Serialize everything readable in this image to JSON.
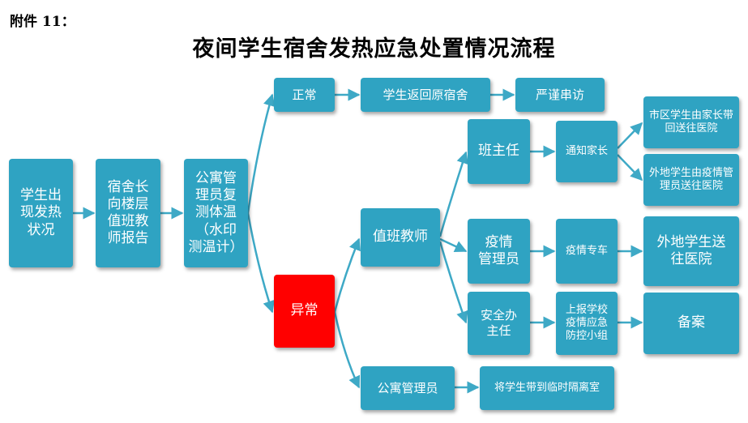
{
  "header": {
    "attachment": "附件 11：",
    "title": "夜间学生宿舍发热应急处置情况流程"
  },
  "nodes": {
    "start": "学生出\n现发热\n状况",
    "report": "宿舍长\n向楼层\n值班教\n师报告",
    "remeasure": "公寓管\n理员复\n测体温\n（水印\n测温计）",
    "normal": "正常",
    "return_dorm": "学生返回原宿舍",
    "no_visiting": "严谨串访",
    "abnormal": "异常",
    "duty_teacher": "值班教师",
    "apartment_manager": "公寓管理员",
    "temp_isolation": "将学生带到临时隔离室",
    "class_teacher": "班主任",
    "notify_parents": "通知家长",
    "city_student": "市区学生由家长带\n回送往医院",
    "outside_student_staff": "外地学生由疫情管\n理员送往医院",
    "epidemic_manager": "疫情\n管理员",
    "epidemic_car": "疫情专车",
    "outside_to_hospital": "外地学生送\n往医院",
    "safety_director": "安全办\n主任",
    "report_school_group": "上报学校\n疫情应急\n防控小组",
    "record": "备案"
  },
  "colors": {
    "node_fill": "#2fa3c2",
    "alert_fill": "#ff0000",
    "connector": "#3ea9c6"
  }
}
